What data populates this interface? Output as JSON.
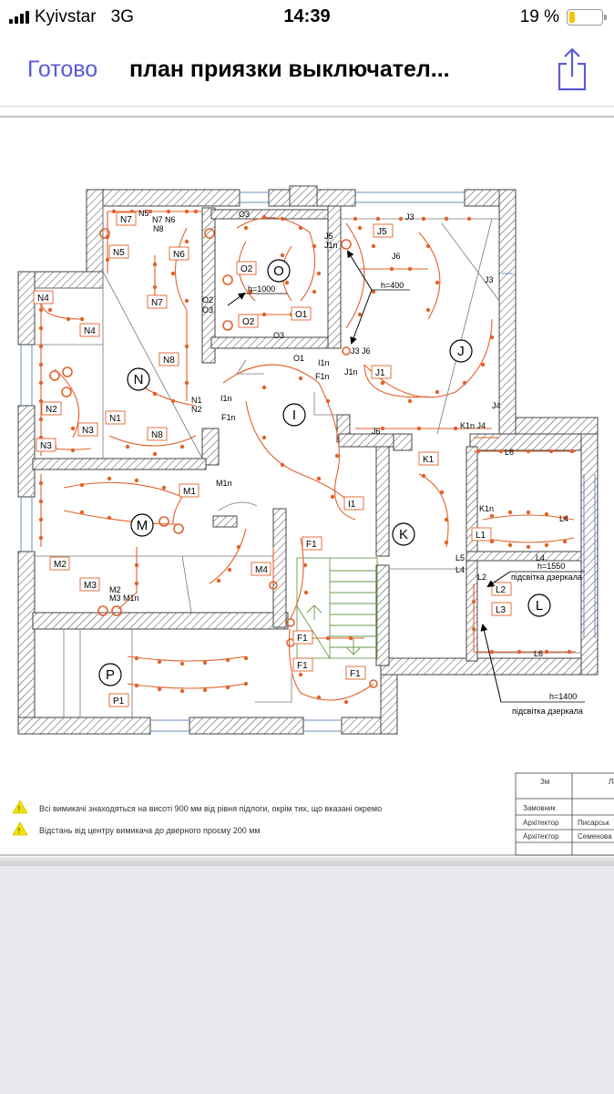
{
  "status_bar": {
    "carrier": "Kyivstar",
    "network": "3G",
    "time": "14:39",
    "battery": "19 %",
    "battery_level": 0.19
  },
  "nav": {
    "done_label": "Готово",
    "title": "план приязки выключател..."
  },
  "plan": {
    "rooms": [
      "O",
      "N",
      "I",
      "J",
      "M",
      "K",
      "L",
      "P"
    ],
    "notes": {
      "height_1000": "h=1000",
      "height_400": "h=400",
      "height_1550": "h=1550",
      "height_1400": "h=1400",
      "mirror_light_1": "підсвітка дзеркала",
      "mirror_light_2": "підсвітка дзеркала"
    },
    "legend": {
      "line1": "Всі вимикачі  знаходяться на висоті  900 мм від рівня підлоги, окрім тих, що вказані окремо",
      "line2": "Відстань від центру вимикача до дверного проєму 200 мм"
    },
    "stamp": {
      "col1": "Зм",
      "col2": "Лі",
      "row_customer": "Замовник",
      "row_arch1": "Архітектор",
      "row_arch1_name": "Писарськ",
      "row_arch2": "Архітектор",
      "row_arch2_name": "Семенова"
    },
    "labels": {
      "n7": "N7",
      "n5top": "N5",
      "n7b": "N7",
      "n6top": "N6",
      "n8top": "N8",
      "n5": "N5",
      "n6": "N6",
      "n7box": "N7",
      "n4": "N4",
      "n4box": "N4",
      "n8": "N8",
      "n2": "N2",
      "n3box": "N3",
      "n1": "N1",
      "n1b": "N1",
      "n2b": "N2",
      "n8b": "N8",
      "n3": "N3",
      "o1": "O1",
      "o2a": "O2",
      "o2b": "O2",
      "o2c": "O2",
      "o3": "O3",
      "o3b": "O3",
      "o3c": "O3",
      "o1b": "O1",
      "i1n": "I1n",
      "f1n": "F1n",
      "i1n2": "I1n",
      "f1n2": "F1n",
      "i1": "I1",
      "m1n": "M1n",
      "j5": "J5",
      "j1n": "J1n",
      "j5b": "J5",
      "j6": "J6",
      "j3": "J3",
      "j3b": "J3",
      "j3j6": "J3 J6",
      "j1nb": "J1n",
      "j1": "J1",
      "j4": "J4",
      "k1nj4": "K1n J4",
      "j6b": "J6",
      "m1": "M1",
      "m2": "M2",
      "m3": "M3",
      "m2b": "M2",
      "m3b": "M3 M1n",
      "m4": "M4",
      "f1": "F1",
      "f1b": "F1",
      "f1c": "F1",
      "f1d": "F1",
      "k1": "K1",
      "l6": "L6",
      "k1n": "K1n",
      "l4": "L4",
      "l1": "L1",
      "l5": "L5",
      "l4b": "L4",
      "l4c": "L4",
      "l2": "L2",
      "l2b": "L2",
      "l3": "L3",
      "l6b": "L6",
      "p1": "P1"
    }
  }
}
